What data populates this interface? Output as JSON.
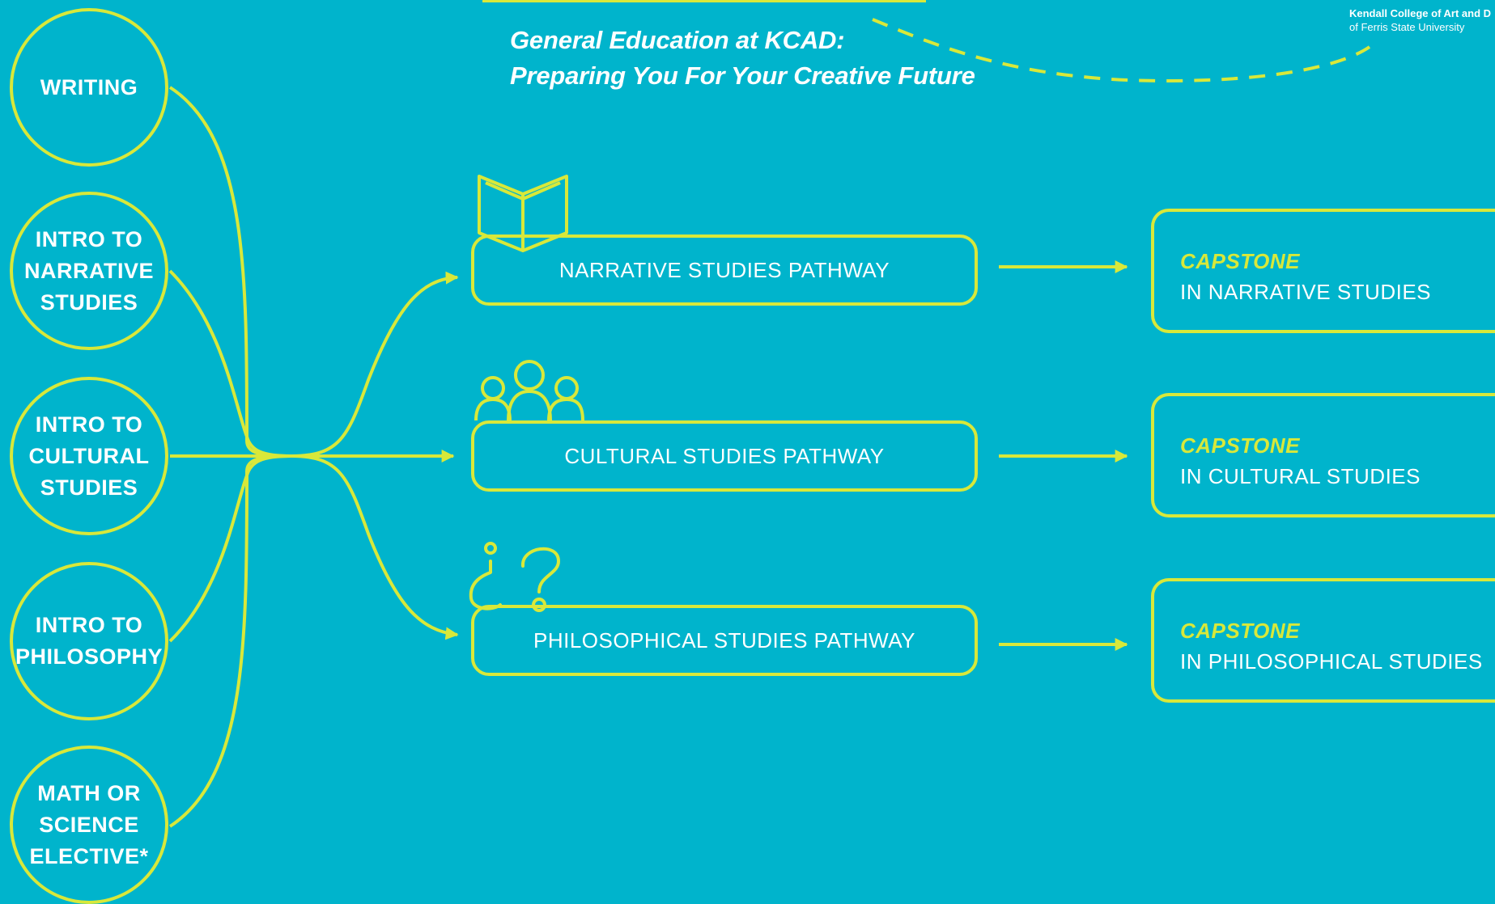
{
  "header": {
    "title_line1": "General Education at KCAD:",
    "title_line2": "Preparing You For Your Creative Future"
  },
  "logo": {
    "line1": "Kendall College of Art and D",
    "line2": "of Ferris State University"
  },
  "foundation_courses": [
    {
      "lines": [
        "WRITING"
      ]
    },
    {
      "lines": [
        "INTRO TO",
        "NARRATIVE",
        "STUDIES"
      ]
    },
    {
      "lines": [
        "INTRO TO",
        "CULTURAL",
        "STUDIES"
      ]
    },
    {
      "lines": [
        "INTRO TO",
        "PHILOSOPHY"
      ]
    },
    {
      "lines": [
        "MATH OR",
        "SCIENCE",
        "ELECTIVE*"
      ]
    }
  ],
  "pathways": [
    {
      "label": "NARRATIVE STUDIES PATHWAY",
      "icon": "open-book-icon"
    },
    {
      "label": "CULTURAL STUDIES PATHWAY",
      "icon": "people-group-icon"
    },
    {
      "label": "PHILOSOPHICAL STUDIES PATHWAY",
      "icon": "question-marks-icon"
    }
  ],
  "capstones": [
    {
      "title": "CAPSTONE",
      "subtitle": "IN NARRATIVE STUDIES"
    },
    {
      "title": "CAPSTONE",
      "subtitle": "IN CULTURAL STUDIES"
    },
    {
      "title": "CAPSTONE",
      "subtitle": "IN PHILOSOPHICAL STUDIES"
    }
  ],
  "colors": {
    "background": "#00b4cc",
    "accent": "#d8e83a",
    "text": "#ffffff"
  }
}
